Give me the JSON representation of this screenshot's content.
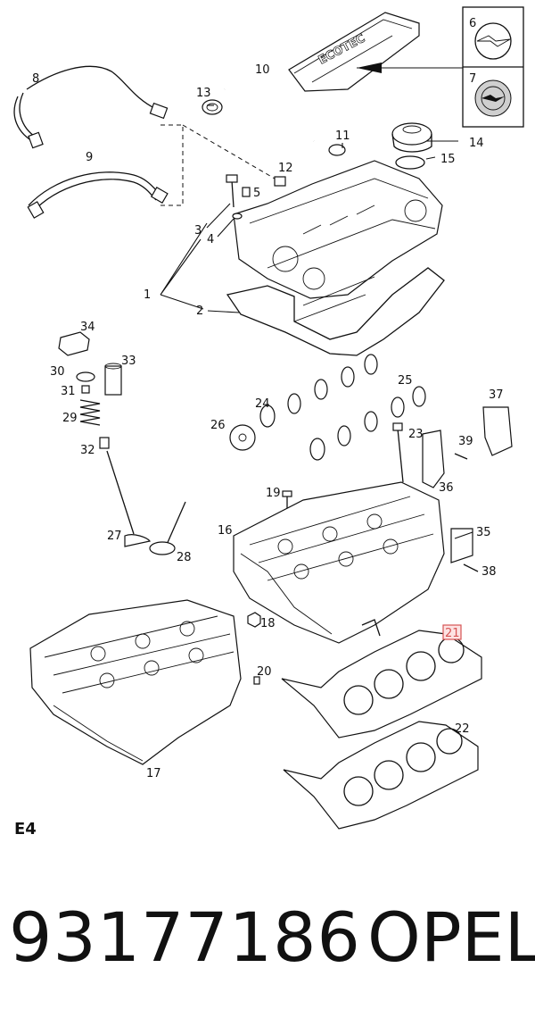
{
  "callouts": {
    "c1": "1",
    "c2": "2",
    "c3": "3",
    "c4": "4",
    "c5": "5",
    "c6": "6",
    "c7": "7",
    "c8": "8",
    "c9": "9",
    "c10": "10",
    "c11": "11",
    "c12": "12",
    "c13": "13",
    "c14": "14",
    "c15": "15",
    "c16": "16",
    "c17": "17",
    "c18": "18",
    "c19": "19",
    "c20": "20",
    "c21": "21",
    "c22": "22",
    "c23": "23",
    "c24": "24",
    "c25": "25",
    "c26": "26",
    "c27": "27",
    "c28": "28",
    "c29": "29",
    "c30": "30",
    "c31": "31",
    "c32": "32",
    "c33": "33",
    "c34": "34",
    "c35": "35",
    "c36": "36",
    "c37": "37",
    "c38": "38",
    "c39": "39"
  },
  "cover_text": "ECOTEC",
  "section": "E4",
  "part_number": "93177186",
  "brand": "OPEL",
  "highlight_color": "#d65454"
}
